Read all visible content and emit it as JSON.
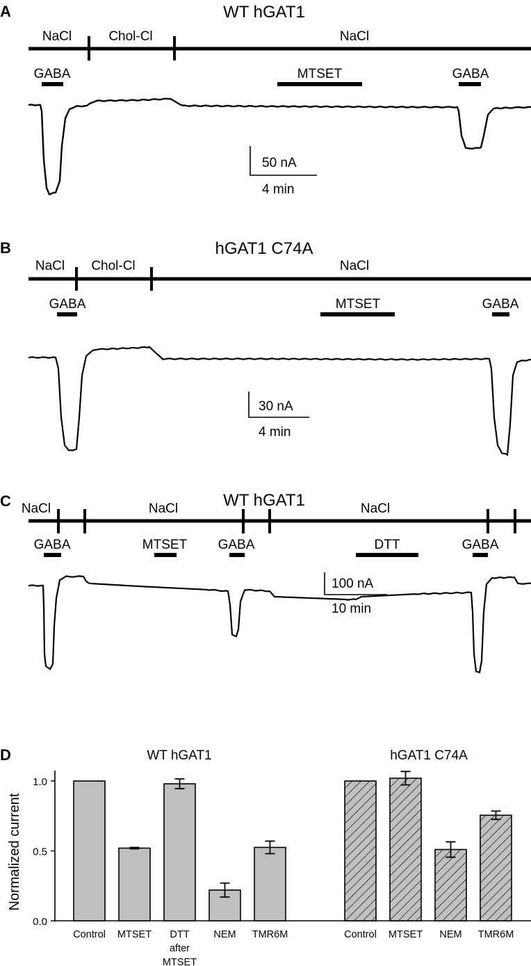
{
  "panels": {
    "A": {
      "letter": "A",
      "title": "WT hGAT1",
      "solutions": [
        "NaCl",
        "Chol-Cl",
        "NaCl"
      ],
      "applications": [
        "GABA",
        "MTSET",
        "GABA"
      ],
      "scale": {
        "current": "50 nA",
        "time": "4 min"
      }
    },
    "B": {
      "letter": "B",
      "title": "hGAT1 C74A",
      "solutions": [
        "NaCl",
        "Chol-Cl",
        "NaCl"
      ],
      "applications": [
        "GABA",
        "MTSET",
        "GABA"
      ],
      "scale": {
        "current": "30 nA",
        "time": "4 min"
      }
    },
    "C": {
      "letter": "C",
      "title": "WT hGAT1",
      "solutions": [
        "NaCl",
        "NaCl",
        "NaCl"
      ],
      "applications": [
        "GABA",
        "MTSET",
        "GABA",
        "DTT",
        "GABA"
      ],
      "scale": {
        "current": "100 nA",
        "time": "10 min"
      }
    },
    "D": {
      "letter": "D"
    }
  },
  "chart_data": {
    "type": "bar",
    "ylabel": "Normalized current",
    "ylim": [
      0,
      1.05
    ],
    "yticks": [
      "0.0",
      "0.5",
      "1.0"
    ],
    "groups": [
      {
        "name": "WT hGAT1",
        "fill": "solid",
        "categories": [
          "Control",
          "MTSET",
          "DTT after MTSET",
          "NEM",
          "TMR6M"
        ],
        "category_lines": [
          [
            "Control"
          ],
          [
            "MTSET"
          ],
          [
            "DTT",
            "after",
            "MTSET"
          ],
          [
            "NEM"
          ],
          [
            "TMR6M"
          ]
        ],
        "values": [
          1.0,
          0.52,
          0.98,
          0.22,
          0.525
        ],
        "errors": [
          0,
          0.005,
          0.035,
          0.05,
          0.045
        ]
      },
      {
        "name": "hGAT1 C74A",
        "fill": "hatched",
        "categories": [
          "Control",
          "MTSET",
          "NEM",
          "TMR6M"
        ],
        "category_lines": [
          [
            "Control"
          ],
          [
            "MTSET"
          ],
          [
            "NEM"
          ],
          [
            "TMR6M"
          ]
        ],
        "values": [
          1.0,
          1.02,
          0.51,
          0.755
        ],
        "errors": [
          0,
          0.048,
          0.055,
          0.03
        ]
      }
    ],
    "colors": {
      "bar": "#c0c0c0",
      "stroke": "#000000"
    }
  }
}
